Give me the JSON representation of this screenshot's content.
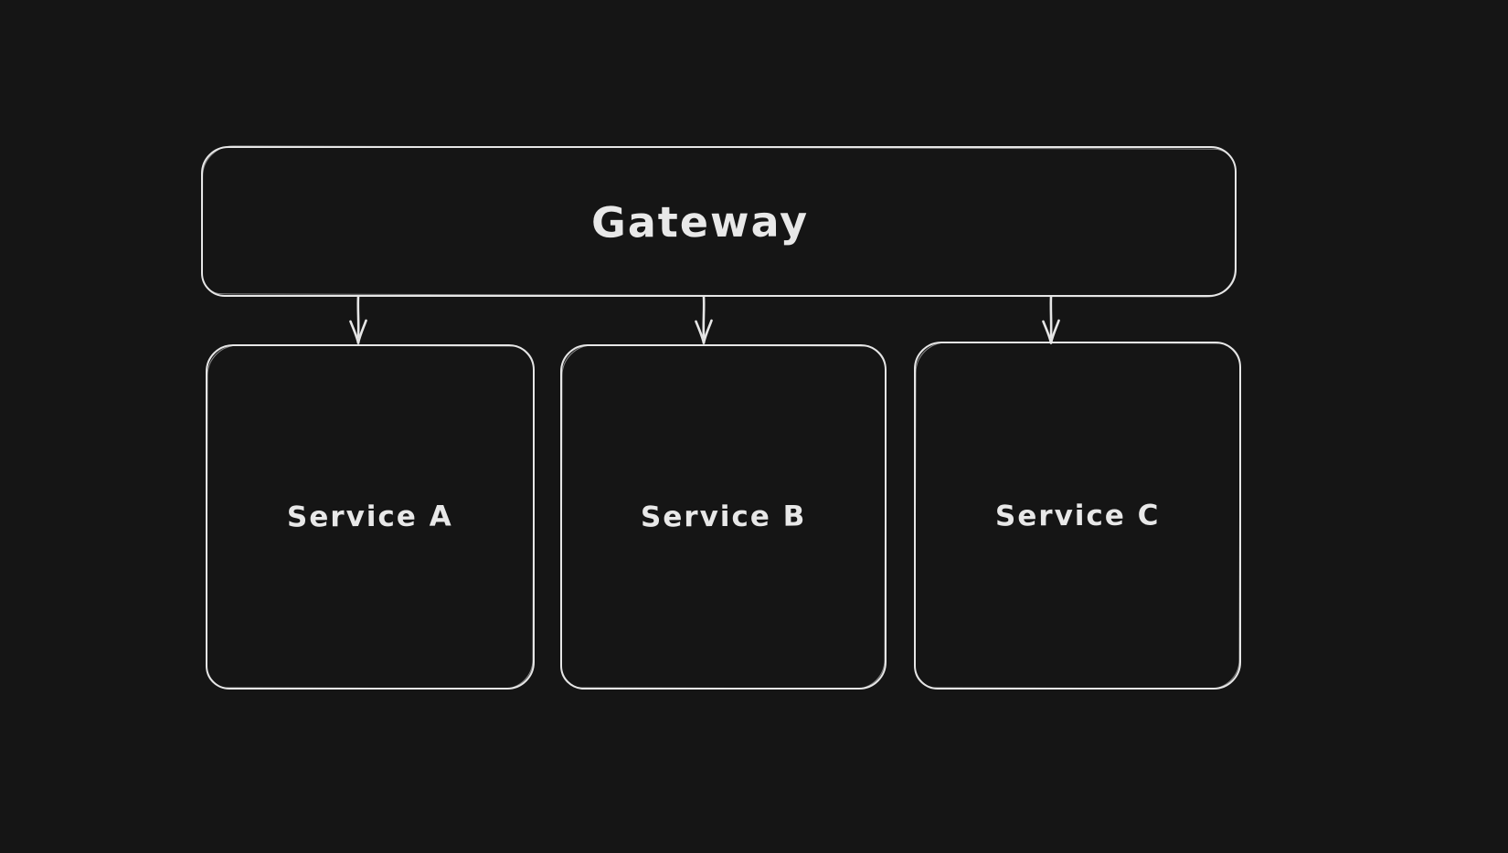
{
  "diagram": {
    "type": "flowchart",
    "theme": {
      "background": "#151515",
      "stroke": "#e6e6e6",
      "text": "#e8e8e8"
    },
    "nodes": [
      {
        "id": "gateway",
        "label": "Gateway",
        "shape": "rounded-rectangle"
      },
      {
        "id": "service-a",
        "label": "Service A",
        "shape": "rounded-rectangle"
      },
      {
        "id": "service-b",
        "label": "Service B",
        "shape": "rounded-rectangle"
      },
      {
        "id": "service-c",
        "label": "Service C",
        "shape": "rounded-rectangle"
      }
    ],
    "edges": [
      {
        "from": "gateway",
        "to": "service-a",
        "icon": "arrow-down-icon"
      },
      {
        "from": "gateway",
        "to": "service-b",
        "icon": "arrow-down-icon"
      },
      {
        "from": "gateway",
        "to": "service-c",
        "icon": "arrow-down-icon"
      }
    ]
  }
}
